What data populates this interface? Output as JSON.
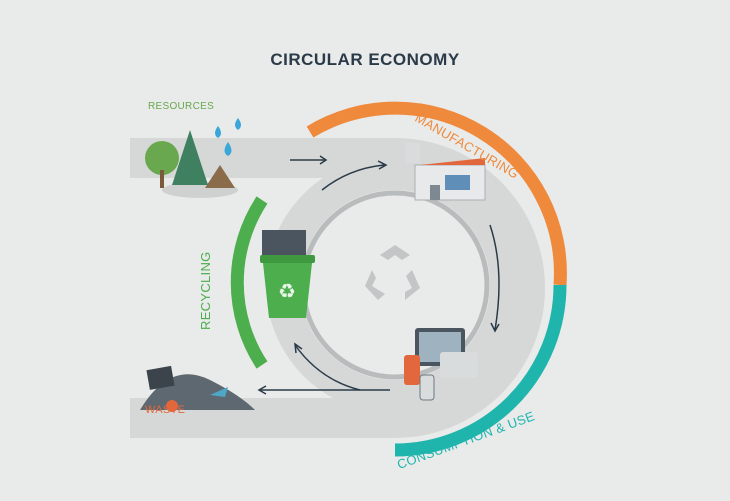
{
  "title": "CIRCULAR ECONOMY",
  "stages": {
    "resources": "RESOURCES",
    "manufacturing": "MANUFACTURING",
    "consumption": "CONSUMPTION & USE",
    "recycling": "RECYCLING",
    "waste": "WASTE"
  },
  "colors": {
    "background": "#e9eaea",
    "title": "#2b3a48",
    "resources": "#6aa84f",
    "manufacturing": "#ef8a3c",
    "consumption": "#1fb5ad",
    "recycling": "#4cae4c",
    "waste": "#e2673c",
    "band": "#d4d6d6"
  }
}
